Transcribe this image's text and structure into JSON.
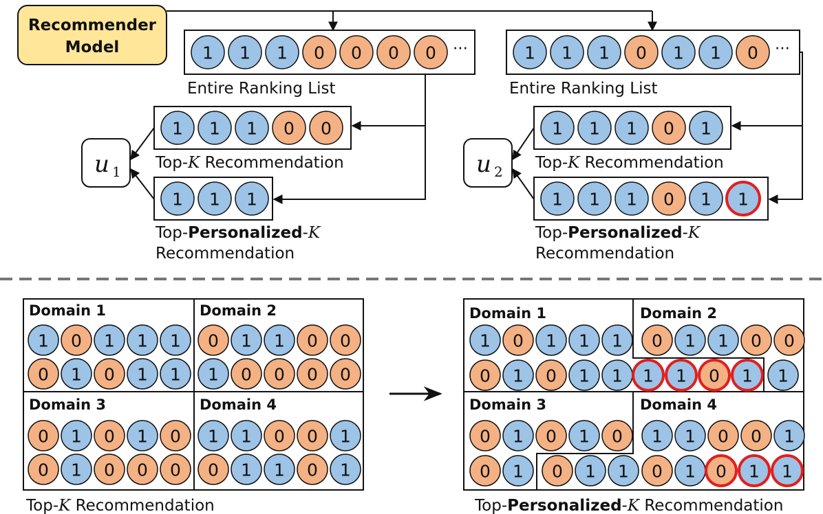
{
  "model": {
    "line1": "Recommender",
    "line2": "Model"
  },
  "users": [
    {
      "symbol": "u",
      "subscript": "1"
    },
    {
      "symbol": "u",
      "subscript": "2"
    }
  ],
  "panel1": {
    "ranking": [
      "1",
      "1",
      "1",
      "0",
      "0",
      "0",
      "0"
    ],
    "topk": [
      "1",
      "1",
      "1",
      "0",
      "0"
    ],
    "personalized": [
      "1",
      "1",
      "1"
    ],
    "highlight": []
  },
  "panel2": {
    "ranking": [
      "1",
      "1",
      "1",
      "0",
      "1",
      "1",
      "0"
    ],
    "topk": [
      "1",
      "1",
      "1",
      "0",
      "1"
    ],
    "personalized": [
      "1",
      "1",
      "1",
      "0",
      "1",
      "1"
    ],
    "highlight": [
      5
    ]
  },
  "labels": {
    "ellipsis": "···",
    "entire_ranking": "Entire Ranking List",
    "topk_prefix": "Top-",
    "k": "K",
    "topk_suffix": " Recommendation",
    "personalized_bold": "Personalized",
    "personalized_dash": "-",
    "recommendation": "Recommendation"
  },
  "domains": [
    "Domain 1",
    "Domain 2",
    "Domain 3",
    "Domain 4"
  ],
  "left_grid": {
    "d1": [
      [
        "1",
        "0",
        "1",
        "1",
        "1"
      ],
      [
        "0",
        "1",
        "0",
        "1",
        "1"
      ]
    ],
    "d2": [
      [
        "0",
        "1",
        "1",
        "0",
        "0"
      ],
      [
        "1",
        "0",
        "0",
        "0",
        "0"
      ]
    ],
    "d3": [
      [
        "0",
        "1",
        "0",
        "1",
        "0"
      ],
      [
        "0",
        "1",
        "0",
        "0",
        "0"
      ]
    ],
    "d4": [
      [
        "1",
        "1",
        "0",
        "0",
        "1"
      ],
      [
        "0",
        "1",
        "1",
        "0",
        "1"
      ]
    ]
  },
  "right_grid": {
    "d1_row1": [
      "1",
      "0",
      "1",
      "1",
      "1"
    ],
    "d1_row2": [
      "0",
      "1",
      "0",
      "1",
      "1"
    ],
    "d2_row1": [
      "0",
      "1",
      "1",
      "0",
      "0"
    ],
    "d2_row2_highlight": [
      "1",
      "1",
      "0",
      "1"
    ],
    "d2_row2_extra": [
      "1"
    ],
    "d3_row1": [
      "0",
      "1",
      "0",
      "1",
      "0"
    ],
    "d3_row2": [
      "0",
      "1"
    ],
    "d3_row2_ext": [
      "0",
      "1",
      "1"
    ],
    "d4_row1": [
      "1",
      "1",
      "0",
      "0",
      "1"
    ],
    "d4_row2": [
      "0",
      "1"
    ],
    "d4_row2_highlight": [
      "0",
      "1",
      "1"
    ]
  },
  "colors": {
    "one": "#9dc3e6",
    "zero": "#f4b183",
    "model": "#ffe699",
    "highlight": "#e02020"
  }
}
